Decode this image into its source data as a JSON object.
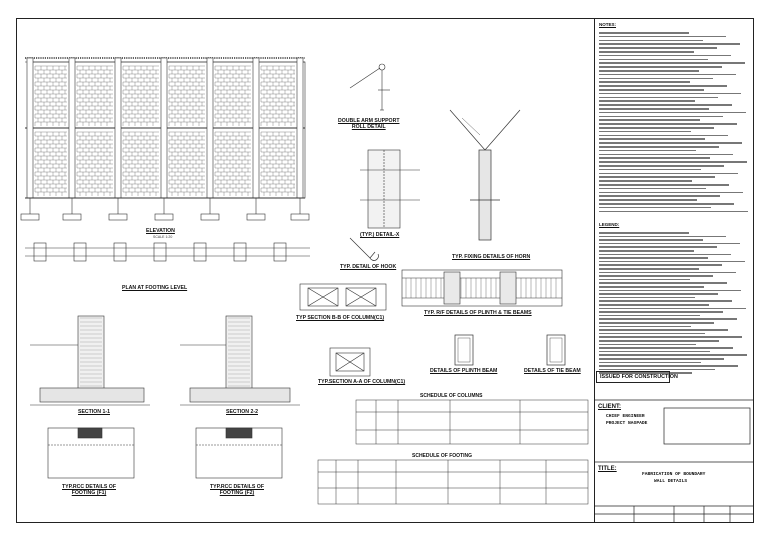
{
  "drawing": {
    "views": {
      "elevation": "ELEVATION",
      "plan_footing": "PLAN AT FOOTING LEVEL",
      "double_arm": "DOUBLE ARM SUPPORT\nROLL DETAIL",
      "detail_x": "(TYP.) DETAIL-X",
      "horn": "TYP. FIXING DETAILS OF HORN",
      "hook": "TYP. DETAIL OF HOOK",
      "section_bb": "TYP SECTION B-B OF COLUMN(C1)",
      "section_aa": "TYP.SECTION A-A OF COLUMN(C1)",
      "plinth_tie": "TYP. R/F DETAILS OF PLINTH & TIE BEAMS",
      "plinth_beam": "DETAILS OF PLINTH BEAM",
      "tie_beam": "DETAILS OF TIE BEAM",
      "section_11": "SECTION 1-1",
      "section_22": "SECTION 2-2",
      "rcc_f1": "TYP.RCC DETAILS OF\nFOOTING (F1)",
      "rcc_f2": "TYP.RCC DETAILS OF\nFOOTING (F2)",
      "schedule_columns": "SCHEDULE OF COLUMNS",
      "schedule_footing": "SCHEDULE OF FOOTING"
    },
    "scale_note": "SCALE 1:20"
  },
  "notes": {
    "heading": "NOTES:",
    "legend_heading": "LEGEND:"
  },
  "title_block": {
    "stamp": "ISSUED FOR CONSTRUCTION",
    "client_label": "CLIENT:",
    "client_line1": "CHIEF ENGINEER",
    "client_line2": "PROJECT NAGPADE",
    "title_label": "TITLE:",
    "title_line1": "FABRICATION OF BOUNDARY",
    "title_line2": "WALL DETAILS"
  }
}
